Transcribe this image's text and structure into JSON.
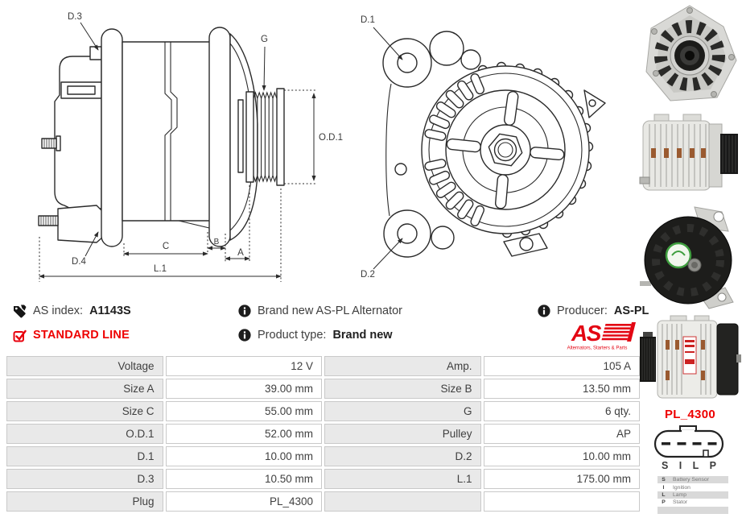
{
  "drawing_side": {
    "labels": {
      "d3": "D.3",
      "g": "G",
      "od1": "O.D.1",
      "d4": "D.4",
      "c": "C",
      "b": "B",
      "a": "A",
      "l1": "L.1"
    }
  },
  "drawing_front": {
    "labels": {
      "d1": "D.1",
      "d2": "D.2"
    }
  },
  "info": {
    "as_index_label": "AS index:",
    "as_index_value": "A1143S",
    "standard_line": "STANDARD LINE",
    "brand_new_text": "Brand new AS-PL Alternator",
    "product_type_label": "Product type:",
    "product_type_value": "Brand new",
    "producer_label": "Producer:",
    "producer_value": "AS-PL"
  },
  "logo": {
    "text": "AS",
    "tagline": "Alternators, Starters & Parts"
  },
  "specs": {
    "rows": [
      {
        "l1": "Voltage",
        "v1": "12 V",
        "l2": "Amp.",
        "v2": "105 A"
      },
      {
        "l1": "Size A",
        "v1": "39.00 mm",
        "l2": "Size B",
        "v2": "13.50 mm"
      },
      {
        "l1": "Size C",
        "v1": "55.00 mm",
        "l2": "G",
        "v2": "6 qty."
      },
      {
        "l1": "O.D.1",
        "v1": "52.00 mm",
        "l2": "Pulley",
        "v2": "AP"
      },
      {
        "l1": "D.1",
        "v1": "10.00 mm",
        "l2": "D.2",
        "v2": "10.00 mm"
      },
      {
        "l1": "D.3",
        "v1": "10.50 mm",
        "l2": "L.1",
        "v2": "175.00 mm"
      },
      {
        "l1": "Plug",
        "v1": "PL_4300",
        "l2": "",
        "v2": ""
      }
    ]
  },
  "plug": {
    "name": "PL_4300",
    "pins": [
      "S",
      "I",
      "L",
      "P"
    ],
    "legend": [
      {
        "pin": "S",
        "desc": "Battery Sensor"
      },
      {
        "pin": "I",
        "desc": "Ignition"
      },
      {
        "pin": "L",
        "desc": "Lamp"
      },
      {
        "pin": "P",
        "desc": "Stator"
      }
    ]
  },
  "colors": {
    "accent_red": "#ee0000",
    "logo_red": "#e30613",
    "table_label_bg": "#e9e9e9",
    "table_border": "#c9c9c9"
  }
}
